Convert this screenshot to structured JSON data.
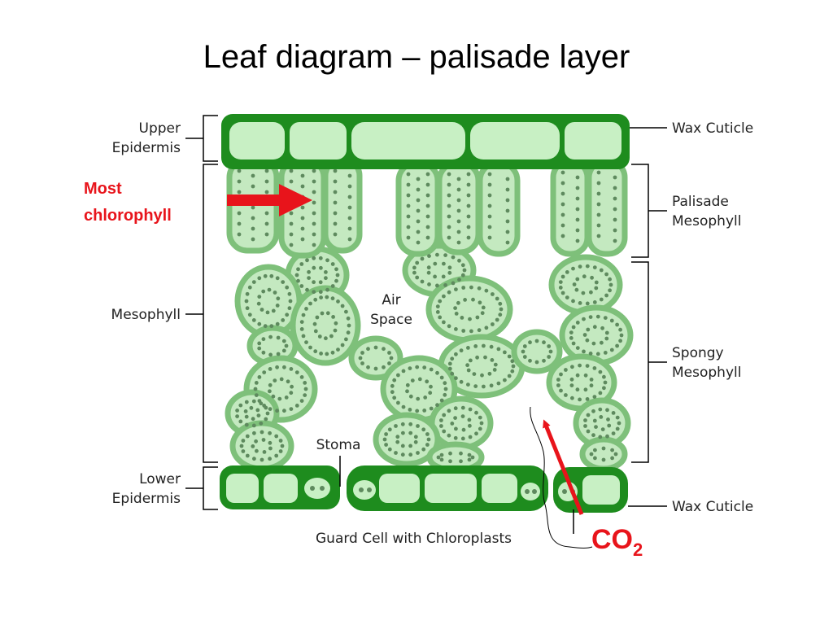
{
  "title": "Leaf diagram – palisade layer",
  "labels": {
    "upper_epidermis": [
      "Upper",
      "Epidermis"
    ],
    "mesophyll": "Mesophyll",
    "lower_epidermis": [
      "Lower",
      "Epidermis"
    ],
    "wax_cuticle_top": "Wax Cuticle",
    "palisade_mesophyll": [
      "Palisade",
      "Mesophyll"
    ],
    "spongy_mesophyll": [
      "Spongy",
      "Mesophyll"
    ],
    "wax_cuticle_bottom": "Wax Cuticle",
    "air_space": [
      "Air",
      "Space"
    ],
    "stoma": "Stoma",
    "guard_cell": "Guard Cell with Chloroplasts"
  },
  "annotations": {
    "most_chlorophyll": [
      "Most",
      "chlorophyll"
    ],
    "co2_main": "CO",
    "co2_sub": "2"
  },
  "colors": {
    "annotation": "#e8141b",
    "cell_fill": "#c4e9c0",
    "cell_stroke": "#7ec07a",
    "epidermis_dark": "#1e8c1e",
    "epidermis_fill": "#c8f0c4",
    "chloroplast": "#5e8a5e"
  }
}
